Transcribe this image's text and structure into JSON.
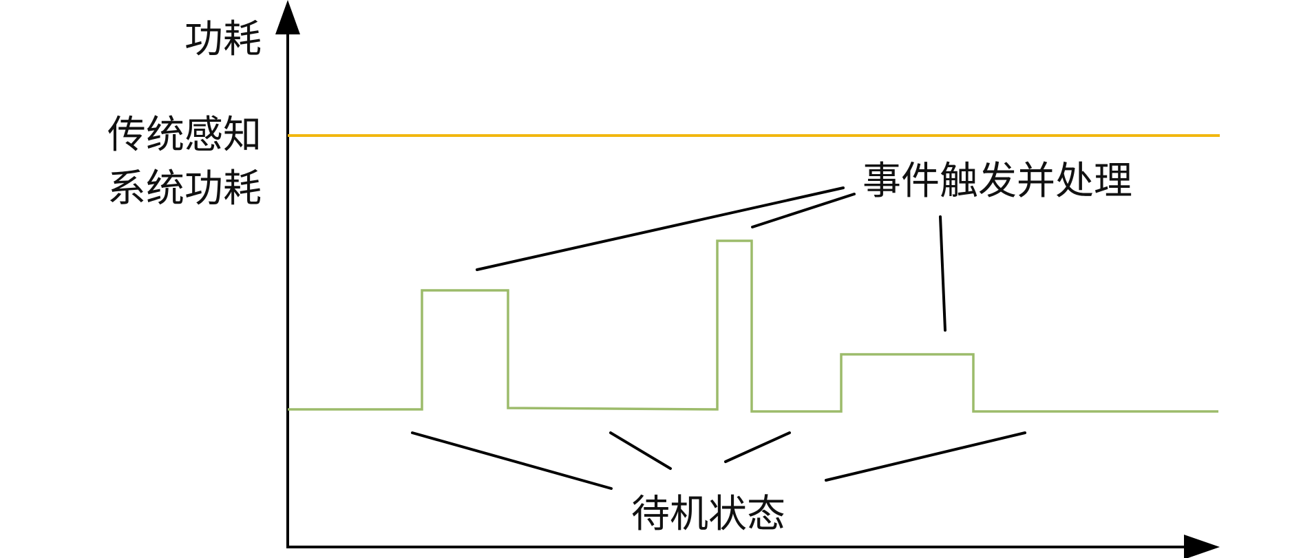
{
  "labels": {
    "y_axis": "功耗",
    "baseline_line1": "传统感知",
    "baseline_line2": "系统功耗",
    "event_label": "事件触发并处理",
    "standby_label": "待机状态"
  },
  "colors": {
    "baseline": "#f2b70f",
    "trace": "#9cbb6a",
    "axis": "#000000",
    "text": "#111111"
  }
}
